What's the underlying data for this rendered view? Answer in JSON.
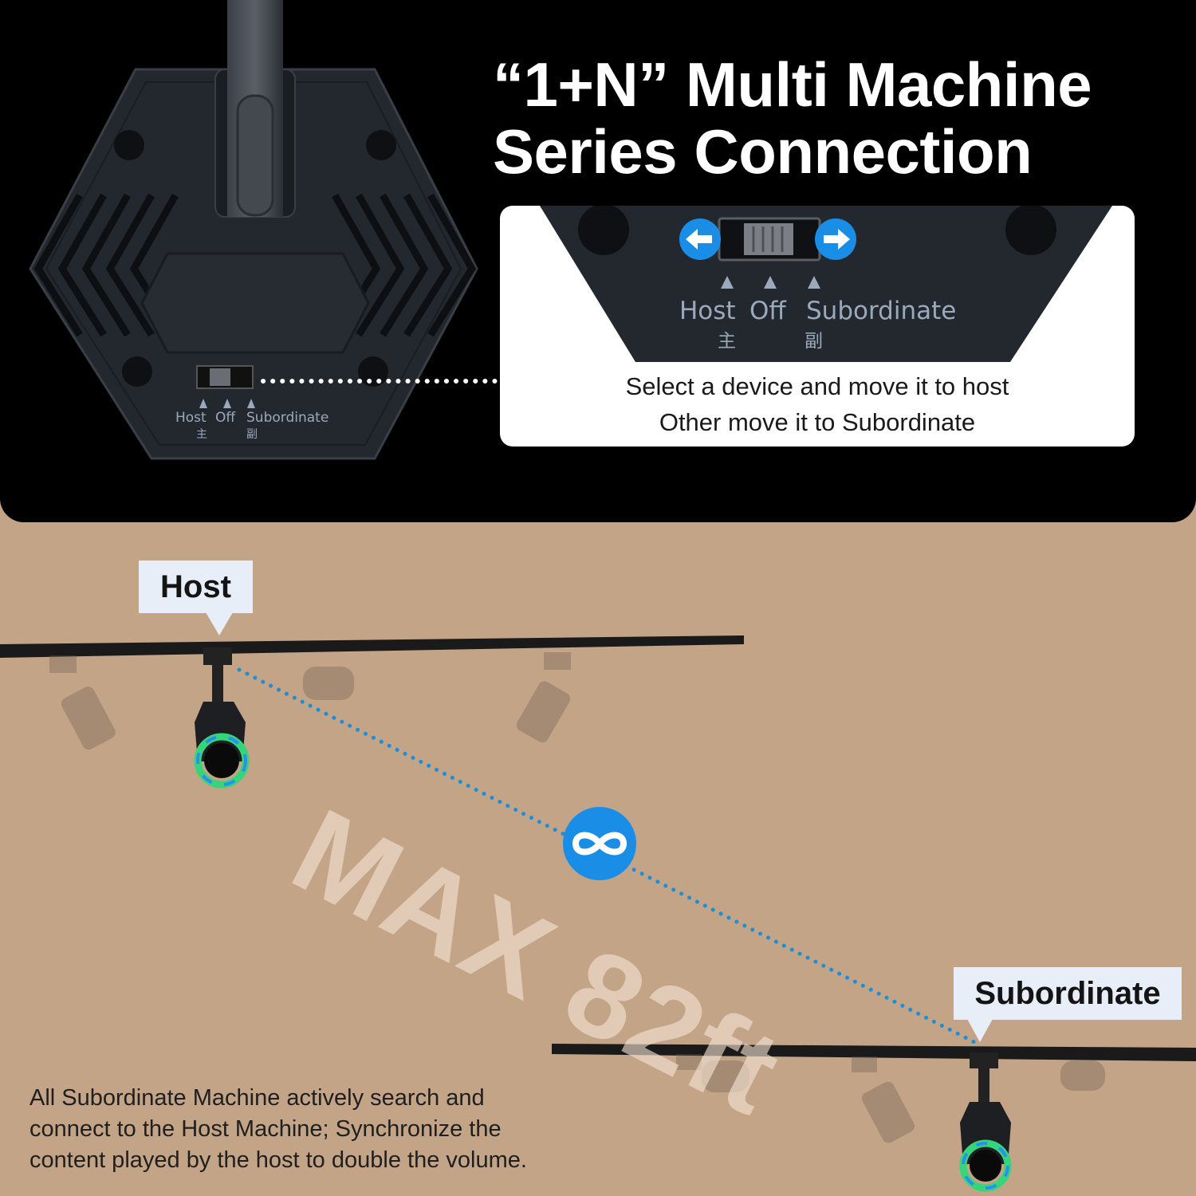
{
  "headline": {
    "line1": "“1+N” Multi Machine",
    "line2": "Series Connection"
  },
  "switch_labels": {
    "host": "Host",
    "host_cn": "主",
    "off": "Off",
    "subordinate": "Subordinate",
    "subordinate_cn": "副"
  },
  "callout": {
    "line1": "Select a device and move it to host",
    "line2": "Other move it to Subordinate"
  },
  "tags": {
    "host": "Host",
    "subordinate": "Subordinate"
  },
  "range": {
    "text": "MAX 82ft"
  },
  "description": {
    "line1": "All Subordinate Machine actively search and",
    "line2": "connect to the Host Machine; Synchronize the",
    "line3": "content played by the host to double the volume."
  },
  "icons": {
    "link": "infinity-link-icon",
    "left_arrow": "arrow-left-icon",
    "right_arrow": "arrow-right-icon"
  },
  "colors": {
    "panel": "#000000",
    "background": "#c3a487",
    "accent_blue": "#1a8ee6",
    "tag_bg": "#e8eef7",
    "led_green": "#35d67a",
    "led_blue": "#2b8ff0"
  }
}
